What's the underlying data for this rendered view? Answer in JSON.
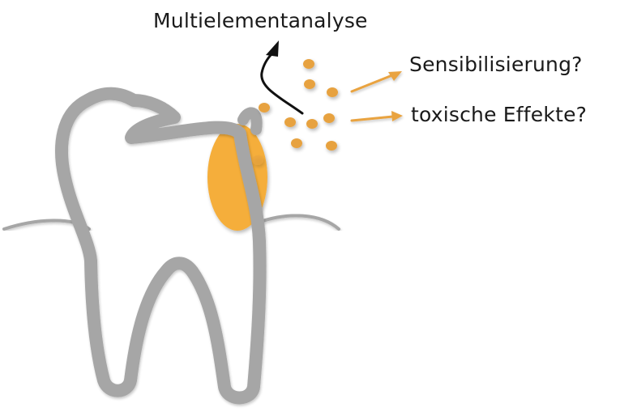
{
  "labels": {
    "analysis": "Multielementanalyse",
    "sensitization": "Sensibilisierung?",
    "toxic_effects": "toxische Effekte?"
  },
  "colors": {
    "tooth": "#a6a6a6",
    "filling": "#f5ae3b",
    "particles": "#e7a23f",
    "arrows": "#e9a340",
    "analysis_arrow": "#111111",
    "text": "#1a1a1a"
  },
  "icons": {
    "tooth": "tooth-icon",
    "filling": "amalgam-filling",
    "particles": "particle-icon",
    "arrows": "arrow-icon"
  }
}
